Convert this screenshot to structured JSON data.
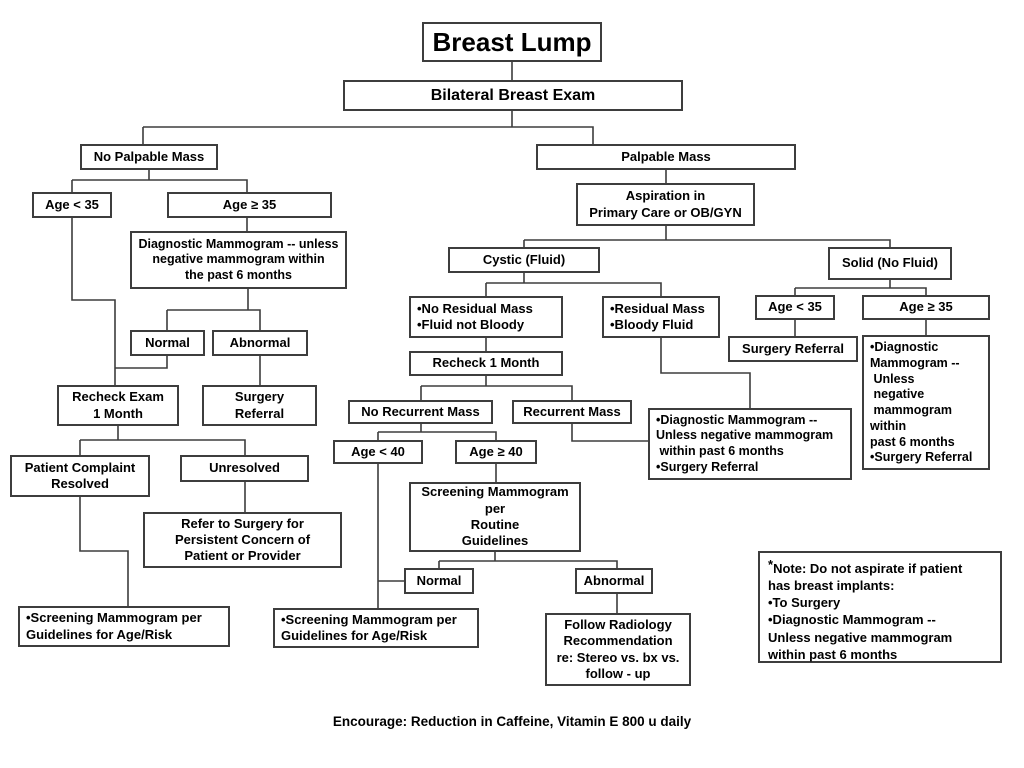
{
  "colors": {
    "box_border": "#3d3d3d",
    "connector": "#3d3d3d",
    "text": "#000000",
    "background": "#ffffff"
  },
  "caption": "Encourage: Reduction in Caffeine, Vitamin E 800 u daily",
  "nodes": {
    "title": {
      "text": "Breast Lump"
    },
    "bilateral_exam": {
      "text": "Bilateral Breast Exam"
    },
    "no_palpable_mass": {
      "text": "No Palpable Mass"
    },
    "age_lt35_left": {
      "text": "Age < 35"
    },
    "age_ge35_left": {
      "text": "Age ≥ 35"
    },
    "diagnostic_mammogram_left": {
      "text": "Diagnostic Mammogram -- unless\nnegative mammogram within\nthe past 6 months"
    },
    "normal_left": {
      "text": "Normal"
    },
    "abnormal_left": {
      "text": "Abnormal"
    },
    "recheck_exam_1_month": {
      "text": "Recheck Exam\n1 Month"
    },
    "surgery_referral_left": {
      "text": "Surgery\nReferral"
    },
    "patient_complaint_resolved": {
      "text": "Patient Complaint\nResolved"
    },
    "unresolved": {
      "text": "Unresolved"
    },
    "refer_to_surgery": {
      "text": "Refer to Surgery for\nPersistent Concern of\nPatient or Provider"
    },
    "screening_mammogram_left": {
      "text": "•Screening Mammogram per\nGuidelines for Age/Risk"
    },
    "palpable_mass": {
      "text": "Palpable Mass"
    },
    "aspiration": {
      "text": "Aspiration in\nPrimary Care or OB/GYN"
    },
    "cystic": {
      "text": "Cystic (Fluid)"
    },
    "solid": {
      "text": "Solid (No Fluid)"
    },
    "no_residual_mass": {
      "text": "•No Residual Mass\n•Fluid not Bloody"
    },
    "residual_mass": {
      "text": "•Residual Mass\n•Bloody Fluid"
    },
    "recheck_1_month": {
      "text": "Recheck 1 Month"
    },
    "no_recurrent_mass": {
      "text": "No Recurrent Mass"
    },
    "recurrent_mass": {
      "text": "Recurrent Mass"
    },
    "age_lt40": {
      "text": "Age < 40"
    },
    "age_ge40": {
      "text": "Age ≥ 40"
    },
    "screening_routine": {
      "text": "Screening Mammogram\nper\nRoutine\nGuidelines"
    },
    "normal_mid": {
      "text": "Normal"
    },
    "abnormal_mid": {
      "text": "Abnormal"
    },
    "screening_mammogram_mid": {
      "text": "•Screening Mammogram per\nGuidelines for Age/Risk"
    },
    "follow_radiology": {
      "text": "Follow Radiology\nRecommendation\nre: Stereo vs. bx vs.\nfollow - up"
    },
    "diagnostic_mammogram_mid": {
      "text": "•Diagnostic Mammogram --\nUnless negative mammogram\n within past 6 months\n•Surgery Referral"
    },
    "age_lt35_right": {
      "text": "Age < 35"
    },
    "age_ge35_right": {
      "text": "Age ≥ 35"
    },
    "surgery_referral_right": {
      "text": "Surgery Referral"
    },
    "diagnostic_mammogram_right": {
      "text": "•Diagnostic\nMammogram --\n Unless\n negative\n mammogram\nwithin\npast 6 months\n•Surgery Referral"
    },
    "note": {
      "star": "*",
      "text": "Note: Do not aspirate if patient\nhas breast implants:\n•To Surgery\n•Diagnostic Mammogram --\nUnless negative mammogram\nwithin past 6 months"
    }
  }
}
